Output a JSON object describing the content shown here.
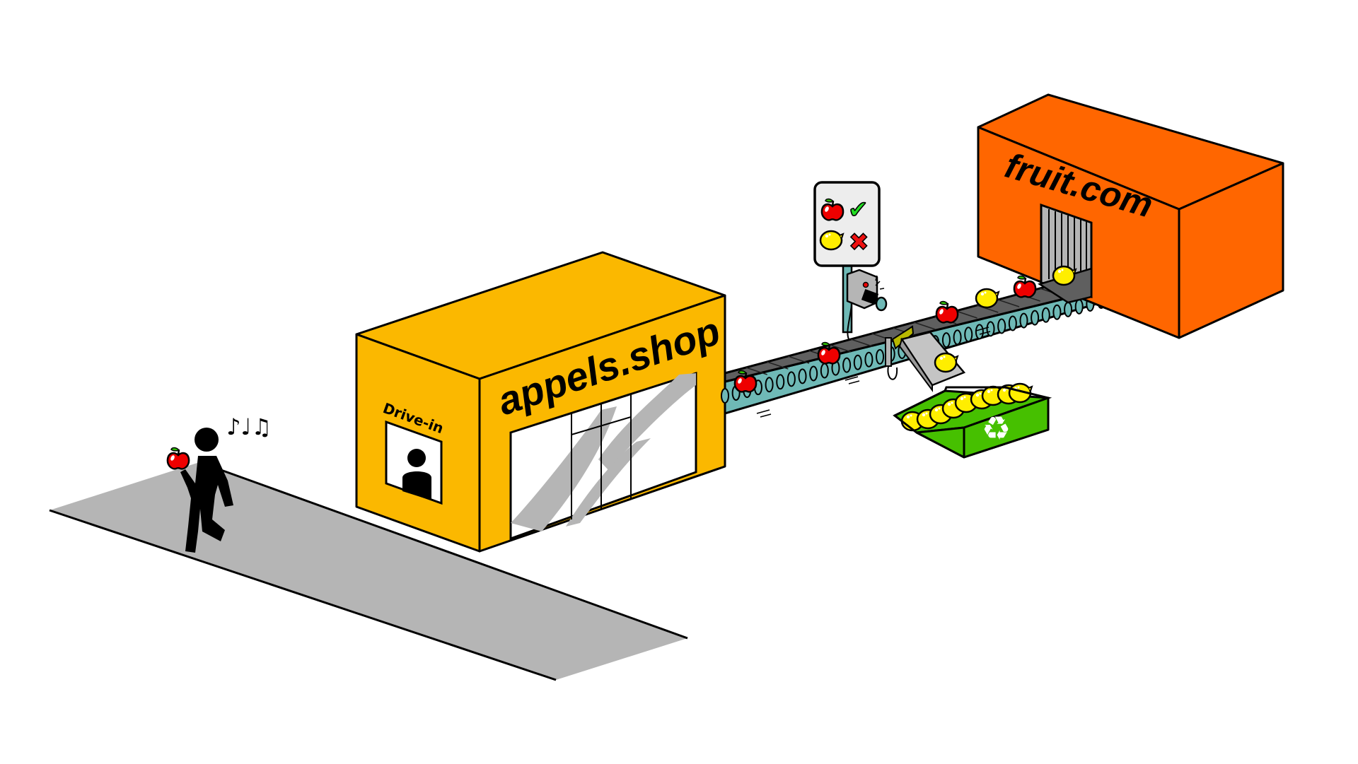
{
  "scene": {
    "title": "Fruit delivery pipeline illustration"
  },
  "shop": {
    "name": "appels.shop",
    "drive_in_label": "Drive-in",
    "color": "#fbb800"
  },
  "warehouse": {
    "name": "fruit.com",
    "color": "#ff6600"
  },
  "sorter_sign": {
    "rules": [
      {
        "fruit": "apple",
        "result": "accept",
        "symbol": "✔"
      },
      {
        "fruit": "lemon",
        "result": "reject",
        "symbol": "✖"
      }
    ]
  },
  "conveyor": {
    "belt_color": "#5f5f5f",
    "roller_color": "#6fb9b6",
    "items_on_belt": [
      "apple",
      "apple",
      "apple",
      "lemon",
      "apple",
      "lemon"
    ]
  },
  "recycle_bin": {
    "color": "#46c000",
    "content": "lemons",
    "symbol": "♻"
  },
  "person": {
    "holding": "apple",
    "music_notes": "♪♩♫"
  },
  "colors": {
    "apple": "#ee0000",
    "lemon": "#ffee00",
    "leaf": "#2fc000",
    "road": "#b5b5b5",
    "check": "#22dd22",
    "cross": "#ee1111"
  }
}
